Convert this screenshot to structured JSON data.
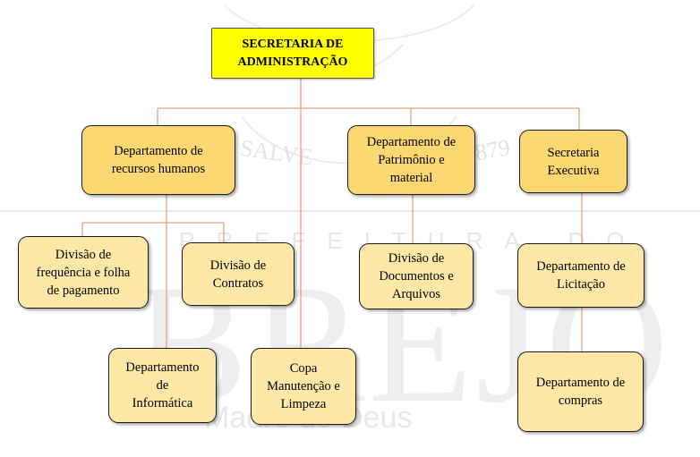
{
  "watermark": {
    "text_salve": "SALVE",
    "text_year": "1879",
    "text_prefeitura": "PREFEITURA DO",
    "text_brejo": "BREJO",
    "text_motto": "Madre de Deus",
    "color": "#e5e5e5"
  },
  "chart": {
    "colors": {
      "root_fill": "#ffff00",
      "department_fill": "#fcd872",
      "division_fill": "#fde8a8",
      "connector": "#e6a27c"
    },
    "root": {
      "label": "SECRETARIA DE\nADMINISTRAÇÃO"
    },
    "departments": [
      {
        "label": "Departamento de\nrecursos humanos"
      },
      {
        "label": "Departamento de\nPatrimônio e\nmaterial"
      },
      {
        "label": "Secretaria\nExecutiva"
      }
    ],
    "units": [
      {
        "label": "Divisão de\nfrequência e folha\nde pagamento"
      },
      {
        "label": "Divisão de\nContratos"
      },
      {
        "label": "Departamento\nde\nInformática"
      },
      {
        "label": "Copa\nManutenção e\nLimpeza"
      },
      {
        "label": "Divisão de\nDocumentos e\nArquivos"
      },
      {
        "label": "Departamento de\nLicitação"
      },
      {
        "label": "Departamento de\ncompras"
      }
    ]
  }
}
